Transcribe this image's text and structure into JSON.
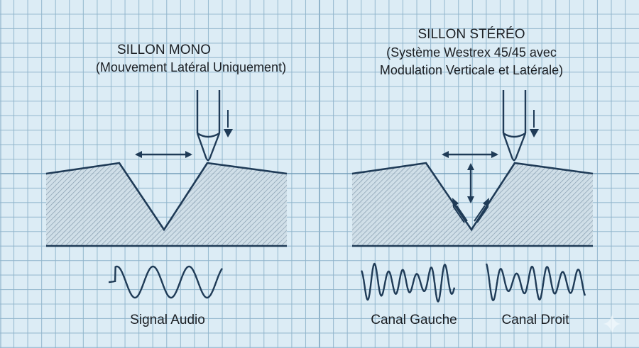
{
  "colors": {
    "background": "#dcecf5",
    "grid": "#8fb4cb",
    "grid_major": "#6e9ab6",
    "ink": "#1f3b57",
    "hatch": "#7d95a8",
    "text": "#1b1f24"
  },
  "mono": {
    "title": "SILLON MONO",
    "subtitle": "(Mouvement Latéral Uniquement)",
    "motion_icons": [
      "stylus-icon",
      "down-arrow-icon",
      "horizontal-double-arrow-icon"
    ],
    "caption": "Signal Audio"
  },
  "stereo": {
    "title": "SILLON STÉRÉO",
    "subtitle_line1": "(Système Westrex 45/45 avec",
    "subtitle_line2": "Modulation Verticale et Latérale)",
    "motion_icons": [
      "stylus-icon",
      "down-arrow-icon",
      "horizontal-double-arrow-icon",
      "vertical-double-arrow-icon",
      "diagonal-arrow-left-icon",
      "diagonal-arrow-right-icon"
    ],
    "caption_left": "Canal Gauche",
    "caption_right": "Canal Droit"
  }
}
